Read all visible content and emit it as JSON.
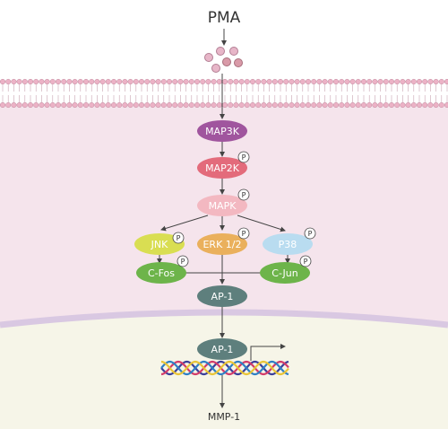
{
  "stimulus": "PMA",
  "nodes": {
    "map3k": "MAP3K",
    "map2k": "MAP2K",
    "mapk": "MAPK",
    "jnk": "JNK",
    "erk": "ERK 1/2",
    "p38": "P38",
    "cfos": "C-Fos",
    "cjun": "C-Jun",
    "ap1_cytoplasm": "AP-1",
    "ap1_nucleus": "AP-1"
  },
  "phospho_label": "P",
  "target_gene": "MMP-1",
  "colors": {
    "map3k": "#a0559e",
    "map2k": "#e36b7b",
    "mapk": "#f3b8c1",
    "jnk": "#d9de52",
    "erk": "#eab05c",
    "p38": "#b9dcf0",
    "cfos_cjun": "#6db44a",
    "ap1": "#5e7f7d",
    "cytoplasm": "#f5e4ec",
    "nucleus": "#f6f5e8",
    "nuclear_membrane": "#d9c8e2",
    "lipid_head": "#ecb2c6"
  }
}
